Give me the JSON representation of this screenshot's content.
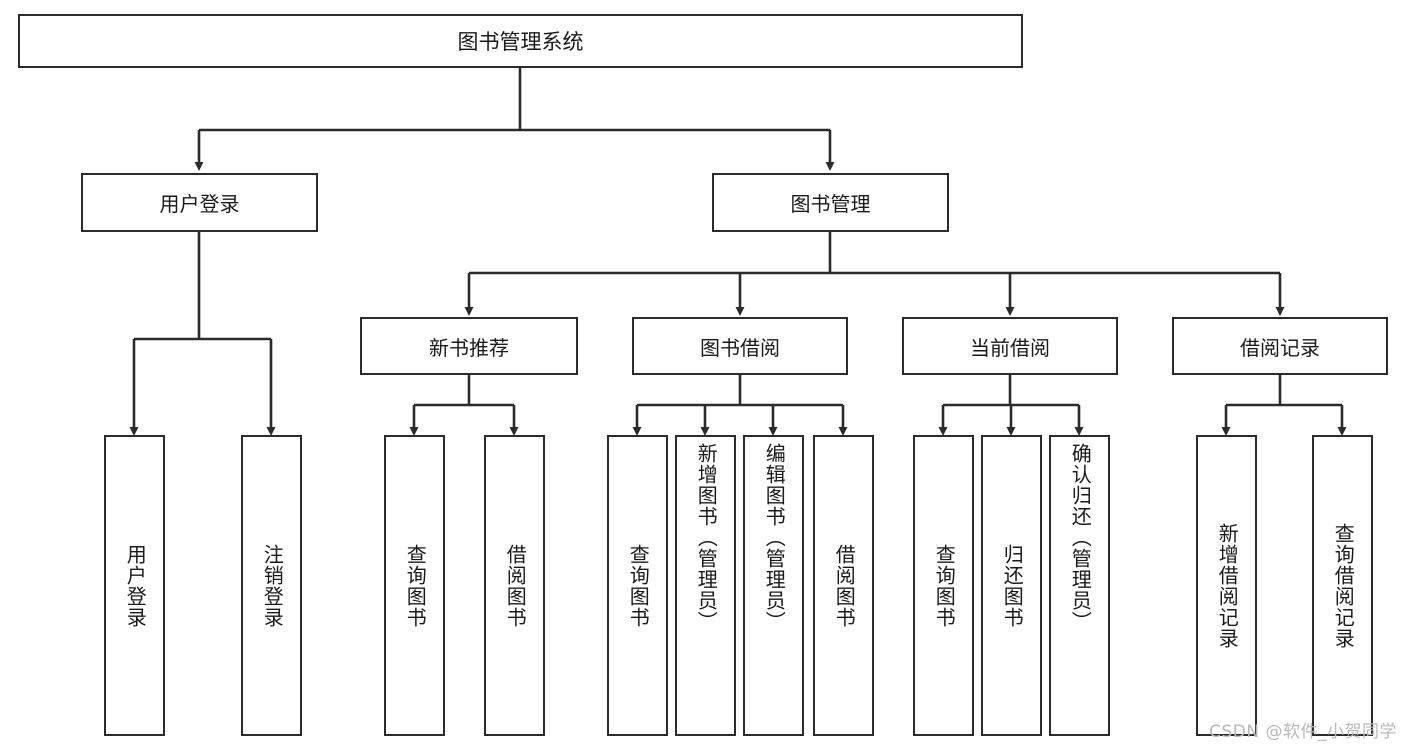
{
  "diagram": {
    "title_node": {
      "label": "图书管理系统"
    },
    "level1": [
      {
        "id": "user-login",
        "label": "用户登录"
      },
      {
        "id": "book-management",
        "label": "图书管理"
      }
    ],
    "level2": [
      {
        "id": "new-book-recommend",
        "label": "新书推荐"
      },
      {
        "id": "book-borrow",
        "label": "图书借阅"
      },
      {
        "id": "current-borrow",
        "label": "当前借阅"
      },
      {
        "id": "borrow-record",
        "label": "借阅记录"
      }
    ],
    "leaves": {
      "user_login": [
        {
          "id": "leaf-user-login",
          "label": "用户登录"
        },
        {
          "id": "leaf-logout-login",
          "label": "注销登录"
        }
      ],
      "new_book_recommend": [
        {
          "id": "leaf-query-book-1",
          "label": "查询图书"
        },
        {
          "id": "leaf-borrow-book-1",
          "label": "借阅图书"
        }
      ],
      "book_borrow": [
        {
          "id": "leaf-query-book-2",
          "label": "查询图书"
        },
        {
          "id": "leaf-add-book",
          "label": "新增图书（管理员）"
        },
        {
          "id": "leaf-edit-book",
          "label": "编辑图书（管理员）"
        },
        {
          "id": "leaf-borrow-book-2",
          "label": "借阅图书"
        }
      ],
      "current_borrow": [
        {
          "id": "leaf-query-book-3",
          "label": "查询图书"
        },
        {
          "id": "leaf-return-book",
          "label": "归还图书"
        },
        {
          "id": "leaf-confirm-return",
          "label": "确认归还（管理员）"
        }
      ],
      "borrow_record": [
        {
          "id": "leaf-add-borrow-record",
          "label": "新增借阅记录"
        },
        {
          "id": "leaf-query-borrow-record",
          "label": "查询借阅记录"
        }
      ]
    }
  },
  "watermark": {
    "text": "CSDN @软件_小贺同学"
  },
  "colors": {
    "stroke": "#2b2b2b",
    "fill": "#ffffff",
    "text": "#1a1a1a",
    "watermark": "#b9b9b9"
  }
}
